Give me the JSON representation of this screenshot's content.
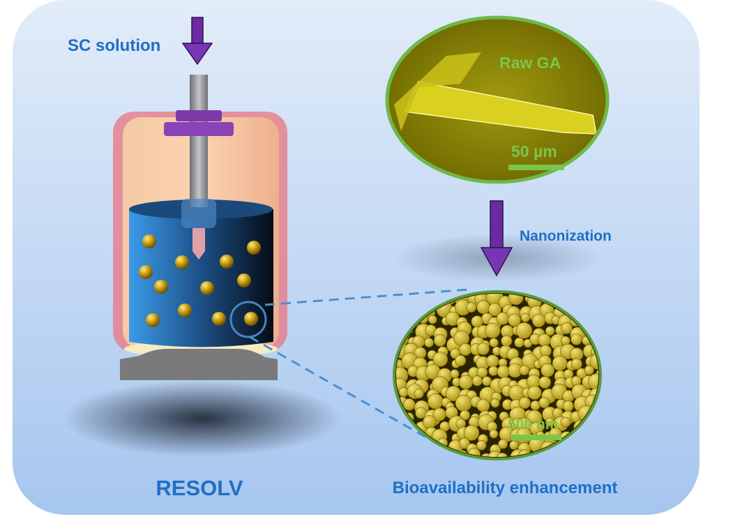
{
  "labels": {
    "input": "SC solution",
    "raw_image": "Raw GA",
    "raw_scale": "50 µm",
    "process": "Nanonization",
    "nano_scale": "500 nm",
    "method": "RESOLV",
    "outcome": "Bioavailability enhancement"
  },
  "colors": {
    "text_blue": "#1f6fc4",
    "arrow_purple": "#6a2aa0",
    "sem_green": "#7cc54a",
    "particle_gold": "#c9a012"
  }
}
